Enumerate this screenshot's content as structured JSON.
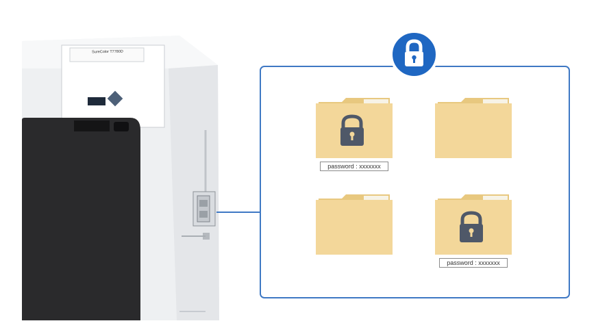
{
  "printer": {
    "model_label": "SureColor T7780D"
  },
  "badge": {
    "icon": "padlock-icon",
    "color": "#1f67c2"
  },
  "panel": {
    "border_color": "#3e78c4"
  },
  "folders": [
    {
      "locked": true,
      "password_label": "password : xxxxxxx"
    },
    {
      "locked": false
    },
    {
      "locked": false
    },
    {
      "locked": true,
      "password_label": "password : xxxxxxx"
    }
  ],
  "colors": {
    "folder_fill": "#f3d79a",
    "folder_tab": "#e7c780",
    "lock_dark": "#4f5868",
    "printer_body": "#f2f3f5",
    "printer_panel": "#2a2a2c"
  }
}
